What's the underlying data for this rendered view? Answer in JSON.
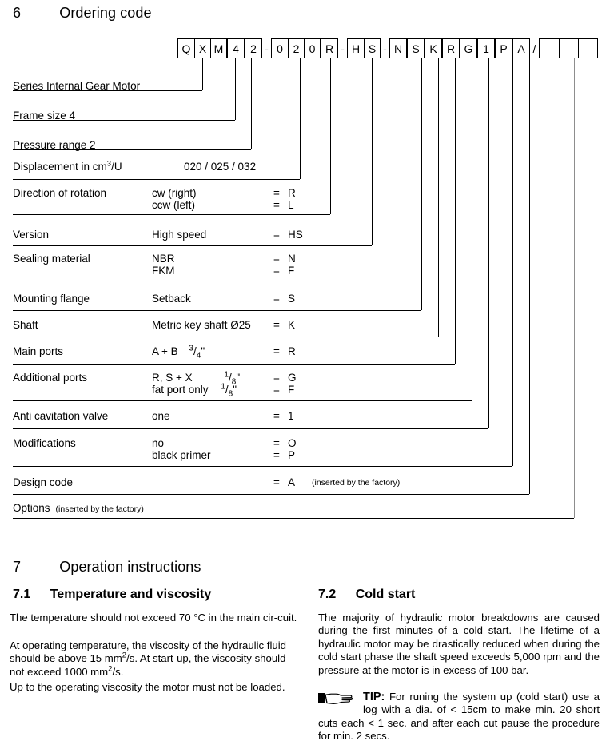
{
  "sections": {
    "ordering": {
      "number": "6",
      "title": "Ordering code"
    },
    "operation": {
      "number": "7",
      "title": "Operation instructions"
    },
    "temperature": {
      "number": "7.1",
      "title": "Temperature and viscosity"
    },
    "coldstart": {
      "number": "7.2",
      "title": "Cold start"
    }
  },
  "code_strip": {
    "groups": [
      {
        "name": "series",
        "chars": [
          "Q",
          "X",
          "M"
        ]
      },
      {
        "name": "frame-size",
        "chars": [
          "4"
        ]
      },
      {
        "name": "pressure-range",
        "chars": [
          "2"
        ]
      },
      {
        "name": "separator-1",
        "sep": "-"
      },
      {
        "name": "displacement",
        "chars": [
          "0",
          "2",
          "0"
        ]
      },
      {
        "name": "rotation",
        "chars": [
          "R"
        ]
      },
      {
        "name": "separator-2",
        "sep": "-"
      },
      {
        "name": "version",
        "chars": [
          "H",
          "S"
        ]
      },
      {
        "name": "separator-3",
        "sep": "-"
      },
      {
        "name": "sealing",
        "chars": [
          "N"
        ]
      },
      {
        "name": "flange",
        "chars": [
          "S"
        ]
      },
      {
        "name": "shaft",
        "chars": [
          "K"
        ]
      },
      {
        "name": "main-ports",
        "chars": [
          "R"
        ]
      },
      {
        "name": "additional-ports",
        "chars": [
          "G"
        ]
      },
      {
        "name": "anti-cavitation",
        "chars": [
          "1"
        ]
      },
      {
        "name": "modifications",
        "chars": [
          "P"
        ]
      },
      {
        "name": "design-code",
        "chars": [
          "A"
        ]
      },
      {
        "name": "separator-slash",
        "sep": "/"
      },
      {
        "name": "options",
        "chars": [
          "",
          "",
          ""
        ]
      }
    ]
  },
  "spec_rows": [
    {
      "label": "Series Internal Gear Motor",
      "lines": []
    },
    {
      "label": "Frame size 4",
      "lines": []
    },
    {
      "label": "Pressure range 2",
      "lines": []
    },
    {
      "label": "Displacement in cm",
      "label_sup": "3",
      "label_tail": "/U",
      "value_wide": "020 / 025 / 032",
      "lines": []
    },
    {
      "label": "Direction of rotation",
      "lines": [
        {
          "desc": "cw (right)",
          "eq": "=",
          "val": "R"
        },
        {
          "desc": "ccw (left)",
          "eq": "=",
          "val": "L"
        }
      ]
    },
    {
      "label": "Version",
      "lines": [
        {
          "desc": "High speed",
          "eq": "=",
          "val": "HS"
        }
      ]
    },
    {
      "label": "Sealing material",
      "lines": [
        {
          "desc": "NBR",
          "eq": "=",
          "val": "N"
        },
        {
          "desc": "FKM",
          "eq": "=",
          "val": "F"
        }
      ]
    },
    {
      "label": "Mounting flange",
      "lines": [
        {
          "desc": "Setback",
          "eq": "=",
          "val": "S"
        }
      ]
    },
    {
      "label": "Shaft",
      "lines": [
        {
          "desc": "Metric key shaft  Ø25",
          "eq": "=",
          "val": "K"
        }
      ]
    },
    {
      "label": "Main ports",
      "lines": [
        {
          "desc": "A + B",
          "frac_num": "3",
          "frac_den": "4",
          "frac_unit": "\"",
          "eq": "=",
          "val": "R"
        }
      ]
    },
    {
      "label": "Additional ports",
      "lines": [
        {
          "desc": "R, S + X",
          "frac_num": "1",
          "frac_den": "8",
          "frac_unit": "\"",
          "eq": "=",
          "val": "G"
        },
        {
          "desc": "fat port only",
          "frac_num": "1",
          "frac_den": "8",
          "frac_unit": "\"",
          "eq": "=",
          "val": "F"
        }
      ]
    },
    {
      "label": "Anti cavitation valve",
      "lines": [
        {
          "desc": "one",
          "eq": "=",
          "val": "1"
        }
      ]
    },
    {
      "label": "Modifications",
      "lines": [
        {
          "desc": "no",
          "eq": "=",
          "val": "O"
        },
        {
          "desc": "black primer",
          "eq": "=",
          "val": "P"
        }
      ]
    },
    {
      "label": "Design code",
      "lines": [
        {
          "desc": "",
          "eq": "=",
          "val": "A",
          "note": "(inserted by the factory)"
        }
      ]
    },
    {
      "label": "Options",
      "inline_note": "(inserted by the factory)",
      "lines": []
    }
  ],
  "temperature_text": {
    "p1": "The temperature should not  exceed 70 °C in the main cir-cuit.",
    "p2_a": "At operating temperature, the viscosity of the hydraulic fluid should be above 15 mm",
    "p2_sup1": "2",
    "p2_b": "/s. At start-up, the viscosity should not exceed 1000 mm",
    "p2_sup2": "2",
    "p2_c": "/s.",
    "p3": "Up to the operating viscosity the motor must not be loaded."
  },
  "coldstart_text": {
    "p1": "The majority of hydraulic motor breakdowns are caused during the first minutes of a cold start. The lifetime of a hydraulic motor may be drastically reduced when during the cold start phase the shaft speed exceeds 5,000 rpm and the pressure at the motor is in excess of 100 bar.",
    "tip_label": "TIP:",
    "tip_body": " For runing the system up (cold start) use a log with a dia. of < 15cm to make min. 20 short cuts each < 1 sec. and after each cut pause the procedure for min. 2 secs."
  },
  "colors": {
    "ink": "#000000",
    "gray_leader": "#8d8d8d"
  }
}
